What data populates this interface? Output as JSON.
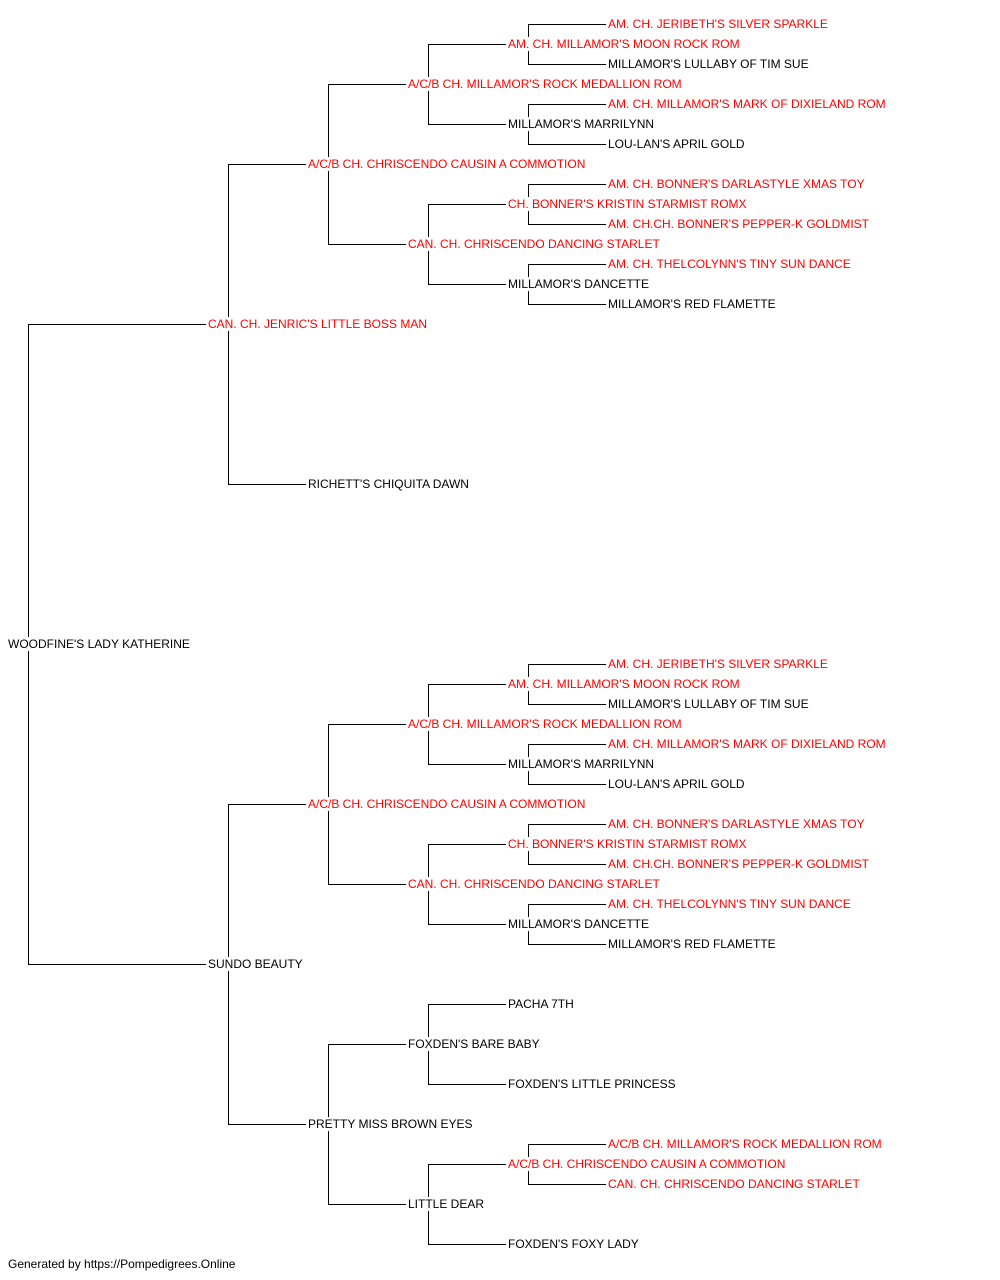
{
  "colors": {
    "champion": "#ff0000",
    "plain": "#000000",
    "line": "#000000"
  },
  "pedigree": {
    "name": "WOODFINE'S LADY KATHERINE",
    "red": false,
    "sire": {
      "name": "CAN. CH. JENRIC'S LITTLE BOSS MAN",
      "red": true,
      "sire": {
        "name": "A/C/B CH. CHRISCENDO CAUSIN A COMMOTION",
        "red": true,
        "sire": {
          "name": "A/C/B CH. MILLAMOR'S ROCK MEDALLION ROM",
          "red": true,
          "sire": {
            "name": "AM. CH. MILLAMOR'S MOON ROCK ROM",
            "red": true,
            "sire": {
              "name": "AM. CH. JERIBETH'S SILVER SPARKLE",
              "red": true
            },
            "dam": {
              "name": "MILLAMOR'S LULLABY OF TIM SUE",
              "red": false
            }
          },
          "dam": {
            "name": "MILLAMOR'S MARRILYNN",
            "red": false,
            "sire": {
              "name": "AM. CH. MILLAMOR'S MARK OF DIXIELAND ROM",
              "red": true
            },
            "dam": {
              "name": "LOU-LAN'S APRIL GOLD",
              "red": false
            }
          }
        },
        "dam": {
          "name": "CAN. CH. CHRISCENDO DANCING STARLET",
          "red": true,
          "sire": {
            "name": "CH. BONNER'S KRISTIN STARMIST ROMX",
            "red": true,
            "sire": {
              "name": "AM. CH. BONNER'S DARLASTYLE XMAS TOY",
              "red": true
            },
            "dam": {
              "name": "AM. CH.CH. BONNER'S PEPPER-K GOLDMIST",
              "red": true
            }
          },
          "dam": {
            "name": "MILLAMOR'S DANCETTE",
            "red": false,
            "sire": {
              "name": "AM. CH. THELCOLYNN'S TINY SUN DANCE",
              "red": true
            },
            "dam": {
              "name": "MILLAMOR'S RED FLAMETTE",
              "red": false
            }
          }
        }
      },
      "dam": {
        "name": "RICHETT'S CHIQUITA DAWN",
        "red": false
      }
    },
    "dam": {
      "name": "SUNDO BEAUTY",
      "red": false,
      "sire": {
        "name": "A/C/B CH. CHRISCENDO CAUSIN A COMMOTION",
        "red": true,
        "sire": {
          "name": "A/C/B CH. MILLAMOR'S ROCK MEDALLION ROM",
          "red": true,
          "sire": {
            "name": "AM. CH. MILLAMOR'S MOON ROCK ROM",
            "red": true,
            "sire": {
              "name": "AM. CH. JERIBETH'S SILVER SPARKLE",
              "red": true
            },
            "dam": {
              "name": "MILLAMOR'S LULLABY OF TIM SUE",
              "red": false
            }
          },
          "dam": {
            "name": "MILLAMOR'S MARRILYNN",
            "red": false,
            "sire": {
              "name": "AM. CH. MILLAMOR'S MARK OF DIXIELAND ROM",
              "red": true
            },
            "dam": {
              "name": "LOU-LAN'S APRIL GOLD",
              "red": false
            }
          }
        },
        "dam": {
          "name": "CAN. CH. CHRISCENDO DANCING STARLET",
          "red": true,
          "sire": {
            "name": "CH. BONNER'S KRISTIN STARMIST ROMX",
            "red": true,
            "sire": {
              "name": "AM. CH. BONNER'S DARLASTYLE XMAS TOY",
              "red": true
            },
            "dam": {
              "name": "AM. CH.CH. BONNER'S PEPPER-K GOLDMIST",
              "red": true
            }
          },
          "dam": {
            "name": "MILLAMOR'S DANCETTE",
            "red": false,
            "sire": {
              "name": "AM. CH. THELCOLYNN'S TINY SUN DANCE",
              "red": true
            },
            "dam": {
              "name": "MILLAMOR'S RED FLAMETTE",
              "red": false
            }
          }
        }
      },
      "dam": {
        "name": "PRETTY MISS BROWN EYES",
        "red": false,
        "sire": {
          "name": "FOXDEN'S BARE BABY",
          "red": false,
          "sire": {
            "name": "PACHA 7TH",
            "red": false
          },
          "dam": {
            "name": "FOXDEN'S LITTLE PRINCESS",
            "red": false
          }
        },
        "dam": {
          "name": "LITTLE DEAR",
          "red": false,
          "sire": {
            "name": "A/C/B CH. CHRISCENDO CAUSIN A COMMOTION",
            "red": true,
            "sire": {
              "name": "A/C/B CH. MILLAMOR'S ROCK MEDALLION ROM",
              "red": true
            },
            "dam": {
              "name": "CAN. CH. CHRISCENDO DANCING STARLET",
              "red": true
            }
          },
          "dam": {
            "name": "FOXDEN'S FOXY LADY",
            "red": false
          }
        }
      }
    }
  },
  "footer": "Generated by https://Pompedigrees.Online"
}
